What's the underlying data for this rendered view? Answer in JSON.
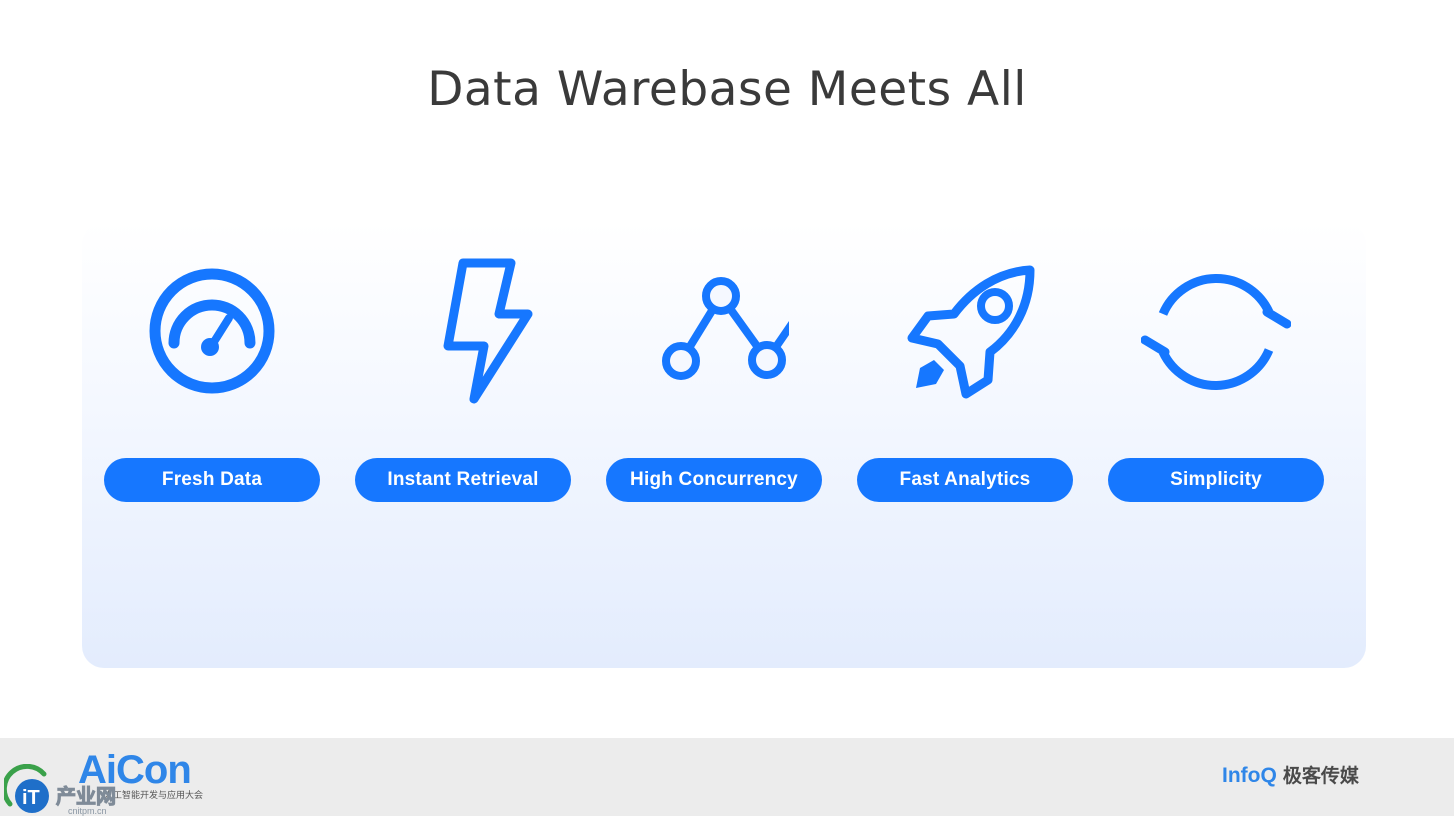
{
  "slide": {
    "title": "Data Warebase Meets All"
  },
  "features": [
    {
      "label": "Fresh Data",
      "icon": "speedometer-icon"
    },
    {
      "label": "Instant Retrieval",
      "icon": "lightning-icon"
    },
    {
      "label": "High Concurrency",
      "icon": "network-nodes-icon"
    },
    {
      "label": "Fast Analytics",
      "icon": "rocket-icon"
    },
    {
      "label": "Simplicity",
      "icon": "sync-arrows-icon"
    }
  ],
  "footer": {
    "aicon_logo": "AiCon",
    "aicon_tagline": "人工智能开发与应用大会",
    "watermark_text": "产业网",
    "watermark_url": "cnitpm.cn",
    "infoq_brand": "InfoQ",
    "infoq_cn": "极客传媒"
  },
  "colors": {
    "accent": "#1677ff",
    "title": "#3a3a3a",
    "footer_bg": "#ececec",
    "logo_blue": "#2f86e8"
  }
}
